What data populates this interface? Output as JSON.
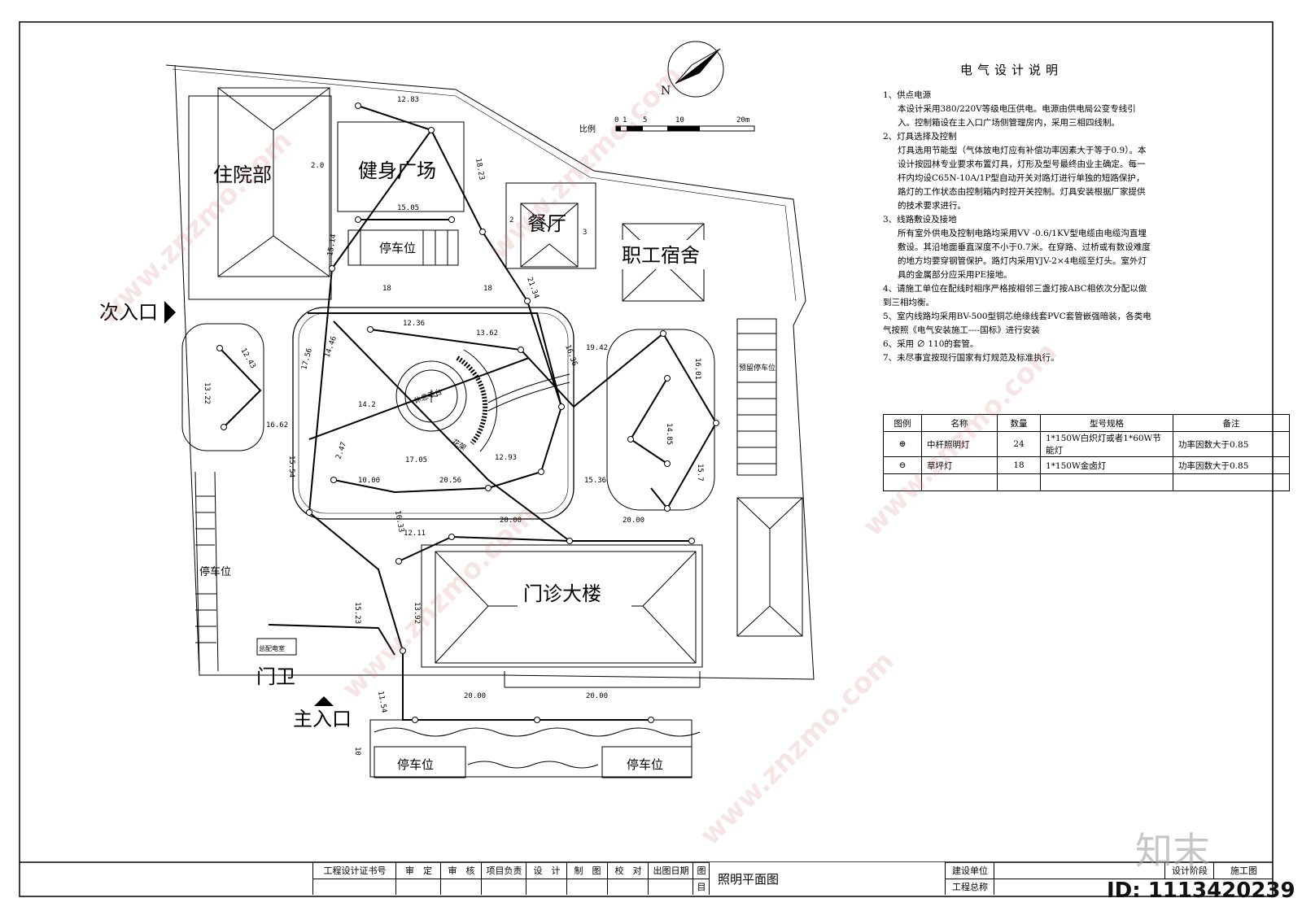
{
  "buildings": {
    "inpatient": "住院部",
    "fitness_plaza": "健身广场",
    "canteen": "餐厅",
    "staff_dorm": "职工宿舍",
    "outpatient": "门诊大楼",
    "guard": "门卫",
    "main_distribution": "总配电室"
  },
  "parking": {
    "top": "停车位",
    "left": "停车位",
    "reserved": "预留停车位",
    "bottom_left": "停车位",
    "bottom_right": "停车位"
  },
  "entrances": {
    "secondary": "次入口",
    "main": "主入口"
  },
  "plaza_labels": {
    "rest_platform": "休息平台",
    "flower_frame": "花架"
  },
  "compass": {
    "north": "N"
  },
  "scale": {
    "label": "比例",
    "ticks": [
      "0",
      "1",
      "5",
      "10",
      "20m"
    ]
  },
  "dimensions": {
    "d1": "12.83",
    "d2": "2.0",
    "d3": "15.05",
    "d4": "18.23",
    "d5": "2",
    "d6": "3",
    "d7": "15.14",
    "d8": "18",
    "d9": "18",
    "d10": "21.34",
    "d11": "12.36",
    "d12": "13.62",
    "d13": "12.43",
    "d14": "13.22",
    "d15": "17.56",
    "d16": "14.46",
    "d17": "16.36",
    "d18": "19.42",
    "d19": "16.01",
    "d20": "14.2",
    "d21": "16.62",
    "d22": "14.85",
    "d23": "15.54",
    "d24": "2.47",
    "d25": "17.05",
    "d26": "12.93",
    "d27": "20.56",
    "d28": "10.00",
    "d29": "15.36",
    "d30": "15.7",
    "d31": "20.00",
    "d32": "20.00",
    "d33": "16.33",
    "d34": "12.11",
    "d35": "15.23",
    "d36": "13.92",
    "d37": "11.54",
    "d38": "20.00",
    "d39": "20.00",
    "d40": "10"
  },
  "notes": {
    "title": "电气设计说明",
    "items": [
      {
        "heading": "1、供点电源",
        "body": "本设计采用380/220V等级电压供电。电源由供电局公变专线引入。控制箱设在主入口广场侧管理房内，采用三相四线制。"
      },
      {
        "heading": "2、灯具选择及控制",
        "body": "灯具选用节能型（气体放电灯应有补偿功率因素大于等于0.9）。本设计按园林专业要求布置灯具，灯形及型号最终由业主确定。每一杆内均设C65N-10A/1P型自动开关对路灯进行单独的短路保护，路灯的工作状态由控制箱内时控开关控制。灯具安装根据厂家提供的技术要求进行。"
      },
      {
        "heading": "3、线路敷设及接地",
        "body": "所有室外供电及控制电路均采用VV -0.6/1KV型电缆由电缆沟直埋敷设。其沿地面垂直深度不小于0.7米。在穿路、过桥或有数设难度的地方均要穿钢管保护。路灯内采用YJV-2×4电缆至灯头。室外灯具的金属部分应采用PE接地。"
      },
      {
        "heading": "4、请施工单位在配线时相序严格按相邻三盏灯按ABC相依次分配以做到三相均衡。",
        "body": ""
      },
      {
        "heading": "5、室内线路均采用BV-500型铜芯绝缘线套PVC套管嵌强暗装，各类电气按照《电气安装施工----国标》进行安装",
        "body": ""
      },
      {
        "heading": "6、采用 ∅ 110的套管。",
        "body": ""
      },
      {
        "heading": "7、未尽事宜按现行国家有灯规范及标准执行。",
        "body": ""
      }
    ]
  },
  "legend": {
    "headers": [
      "图例",
      "名称",
      "数量",
      "型号规格",
      "备注"
    ],
    "rows": [
      {
        "symbol": "⊕",
        "name": "中杆照明灯",
        "qty": "24",
        "spec": "1*150W白炽灯或者1*60W节能灯",
        "note": "功率因数大于0.85"
      },
      {
        "symbol": "⊖",
        "name": "草坪灯",
        "qty": "18",
        "spec": "1*150W金卤灯",
        "note": "功率因数大于0.85"
      }
    ]
  },
  "title_block": {
    "cert": "工程设计证书号",
    "review": "审　定",
    "check": "审　核",
    "pm": "项目负责",
    "design": "设　计",
    "draw": "制　图",
    "proof": "校　对",
    "date": "出图日期",
    "drawing_label_1": "图",
    "drawing_label_2": "目",
    "drawing_name": "照明平面图",
    "client": "建设单位",
    "project": "工程总称",
    "stage_label": "设计阶段",
    "stage_value": "施工图"
  },
  "watermark": {
    "id": "ID: 1113420239",
    "logo": "知末",
    "site": "www.znzmo.com"
  },
  "colors": {
    "ink": "#000000",
    "watermark": "#c86e6e"
  }
}
